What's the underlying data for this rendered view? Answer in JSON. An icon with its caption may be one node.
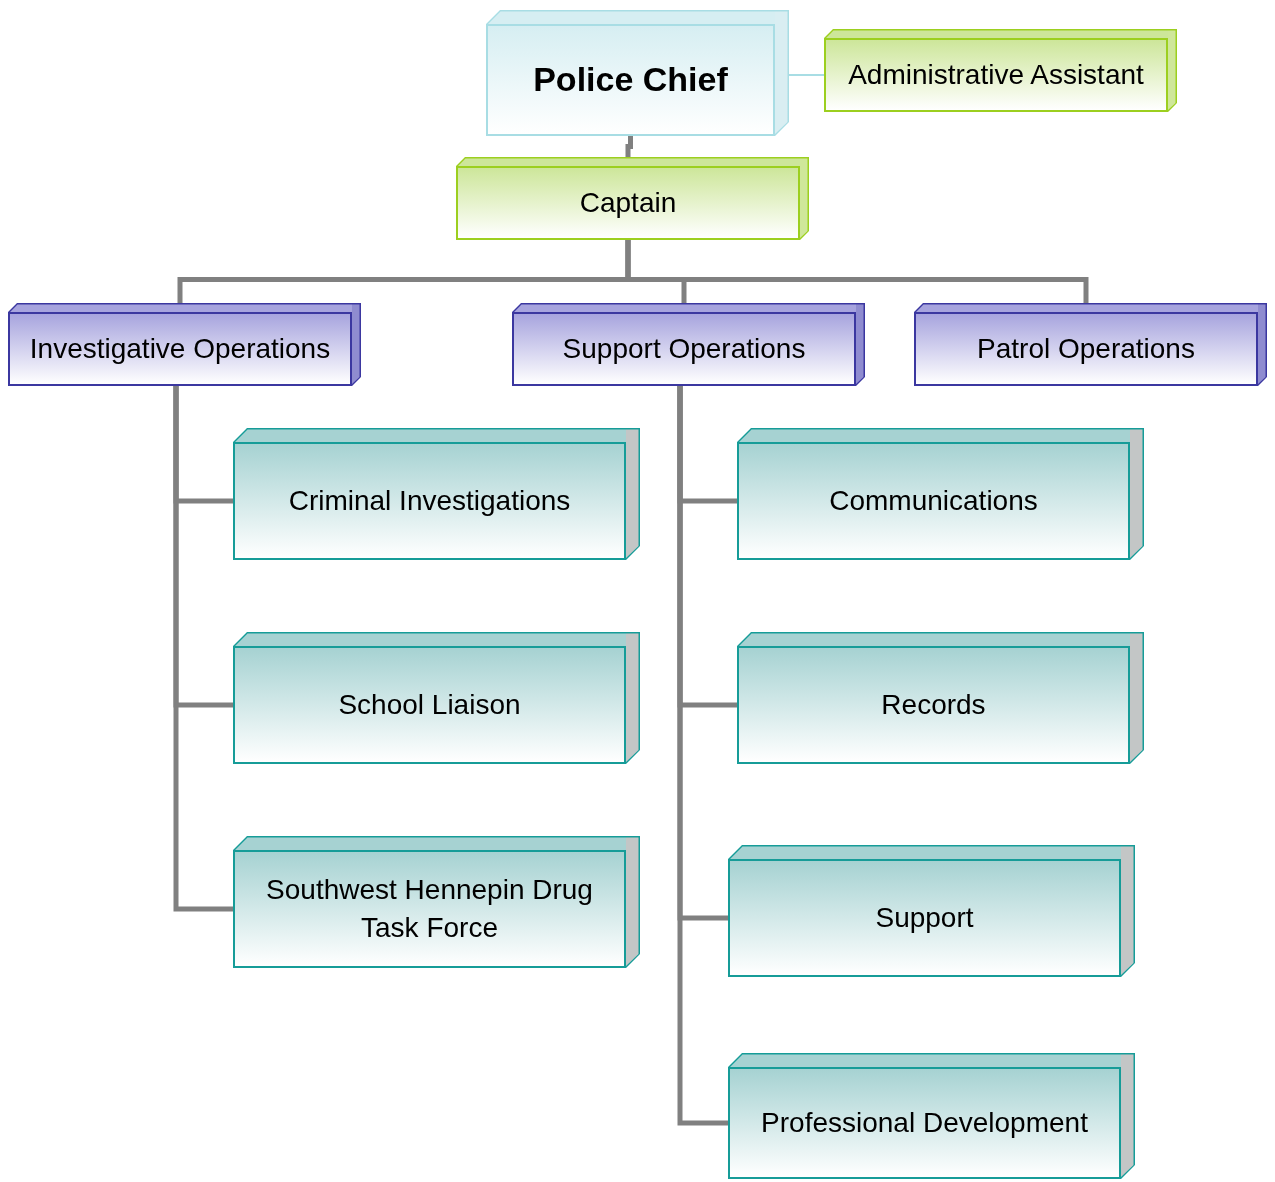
{
  "diagram": {
    "nodes": [
      {
        "text": [
          "Police Chief"
        ]
      },
      {
        "text": [
          "Administrative Assistant"
        ]
      },
      {
        "text": [
          "Captain"
        ]
      },
      {
        "text": [
          "Investigative Operations"
        ]
      },
      {
        "text": [
          "Support Operations"
        ]
      },
      {
        "text": [
          "Patrol Operations"
        ]
      },
      {
        "text": [
          "Criminal Investigations"
        ]
      },
      {
        "text": [
          "School Liaison"
        ]
      },
      {
        "text": [
          "Southwest Hennepin Drug Task Force"
        ]
      },
      {
        "text": [
          "Communications"
        ]
      },
      {
        "text": [
          "Records"
        ]
      },
      {
        "text": [
          "Support"
        ]
      },
      {
        "text": [
          "Professional Development"
        ]
      }
    ],
    "edges": [
      {
        "from": 0,
        "to": 1,
        "arrow": "none",
        "color": "#a8dde4"
      },
      {
        "from": 0,
        "to": 2,
        "arrow": "none"
      },
      {
        "from": 2,
        "to": 3,
        "arrow": "none"
      },
      {
        "from": 2,
        "to": 4,
        "arrow": "none"
      },
      {
        "from": 2,
        "to": 5,
        "arrow": "none"
      },
      {
        "from": 3,
        "to": 6,
        "arrow": "none"
      },
      {
        "from": 3,
        "to": 7,
        "arrow": "none"
      },
      {
        "from": 3,
        "to": 8,
        "arrow": "none"
      },
      {
        "from": 4,
        "to": 9,
        "arrow": "none"
      },
      {
        "from": 4,
        "to": 10,
        "arrow": "none"
      },
      {
        "from": 4,
        "to": 11,
        "arrow": "none"
      },
      {
        "from": 4,
        "to": 12,
        "arrow": "none"
      }
    ]
  }
}
